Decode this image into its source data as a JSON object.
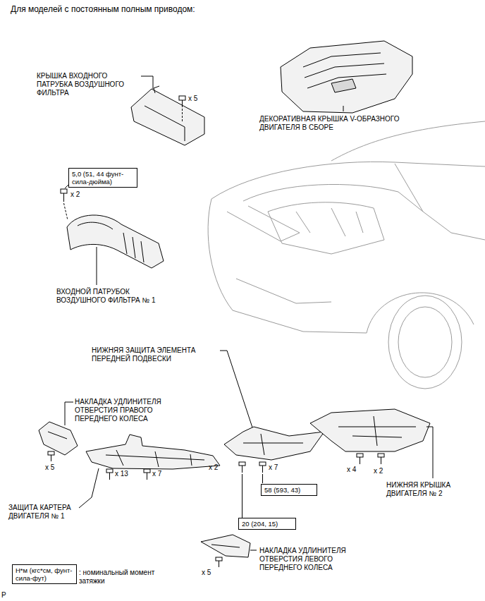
{
  "diagram": {
    "title": "Для моделей с постоянным полным приводом:",
    "nodes": [
      {
        "text": [
          "5,0 (51, 44 фунт-сила-дюйма)"
        ]
      },
      {
        "text": [
          "58 (593, 43)"
        ]
      },
      {
        "text": [
          "20 (204, 15)"
        ]
      },
      {
        "text": [
          "Н*м (кгс*см, фунт-сила-фут)"
        ]
      }
    ],
    "labels": [
      "КРЫШКА ВХОДНОГО ПАТРУБКА ВОЗДУШНОГО ФИЛЬТРА",
      "x 5",
      "ДЕКОРАТИВНАЯ КРЫШКА V-ОБРАЗНОГО ДВИГАТЕЛЯ В СБОРЕ",
      "x 2",
      "ВХОДНОЙ ПАТРУБОК ВОЗДУШНОГО ФИЛЬТРА № 1",
      "НИЖНЯЯ ЗАЩИТА ЭЛЕМЕНТА ПЕРЕДНЕЙ ПОДВЕСКИ",
      "НАКЛАДКА УДЛИНИТЕЛЯ ОТВЕРСТИЯ ПРАВОГО ПЕРЕДНЕГО КОЛЕСА",
      "x 5",
      "x 13",
      "x 7",
      "ЗАЩИТА КАРТЕРА ДВИГАТЕЛЯ № 1",
      "x 2",
      "x 7",
      "x 4",
      "x 2",
      "НИЖНЯЯ КРЫШКА ДВИГАТЕЛЯ № 2",
      "x 5",
      "НАКЛАДКА УДЛИНИТЕЛЯ ОТВЕРСТИЯ ЛЕВОГО ПЕРЕДНЕГО КОЛЕСА",
      ": номинальный момент затяжки",
      "P"
    ]
  }
}
